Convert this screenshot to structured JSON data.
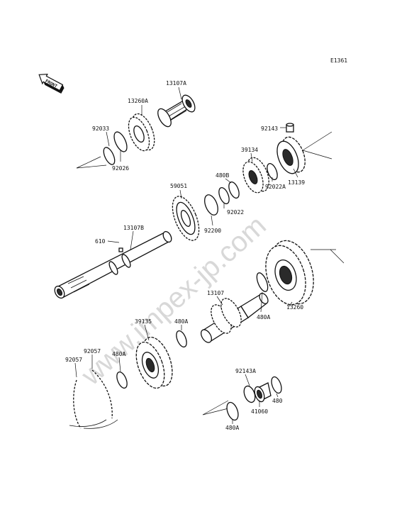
{
  "diagram": {
    "code": "E1361",
    "front_label": "FRONT",
    "watermark": "www.impex-jp.com",
    "labels": {
      "p13107a": "13107A",
      "p13260a": "13260A",
      "p92033": "92033",
      "p92026": "92026",
      "p92143": "92143",
      "p39134": "39134",
      "p480b": "480B",
      "p13139": "13139",
      "p92022a": "92022A",
      "p92022": "92022",
      "p59051": "59051",
      "p92200": "92200",
      "p13107b": "13107B",
      "p610": "610",
      "p13107": "13107",
      "p480a_1": "480A",
      "p13260": "13260",
      "p39135": "39135",
      "p480a_2": "480A",
      "p92057_1": "92057",
      "p92057_2": "92057",
      "p480a_3": "480A",
      "p92143a": "92143A",
      "p41060": "41060",
      "p480": "480",
      "p480a_4": "480A"
    }
  }
}
